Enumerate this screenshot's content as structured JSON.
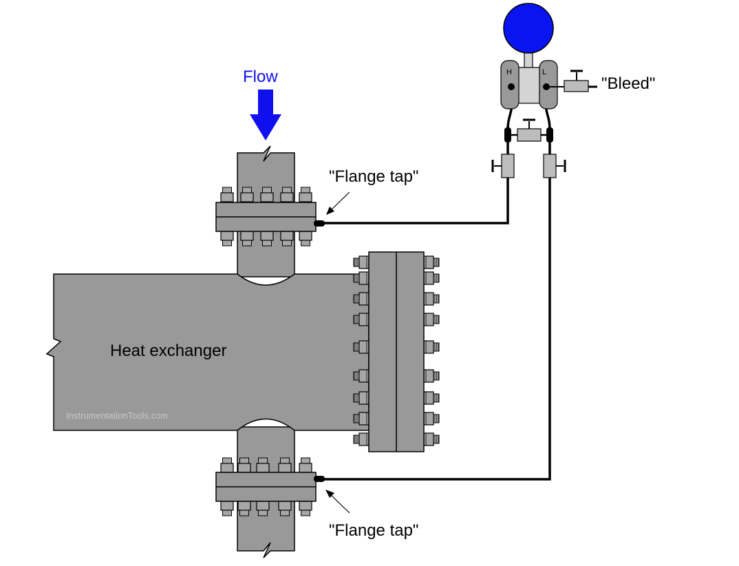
{
  "labels": {
    "flow": "Flow",
    "bleed": "\"Bleed\"",
    "flange_tap_top": "\"Flange tap\"",
    "flange_tap_bottom": "\"Flange tap\"",
    "heat_exchanger": "Heat exchanger",
    "watermark": "InstrumentationTools.com",
    "high_port": "H",
    "low_port": "L"
  },
  "colors": {
    "vessel": "#999999",
    "bolt": "#a6a6a6",
    "manifold": "#bdbdbd",
    "transmitter_body": "#d4d4d4",
    "gauge": "#0a14f0",
    "flow_arrow": "#1010ee",
    "line": "#000000"
  }
}
